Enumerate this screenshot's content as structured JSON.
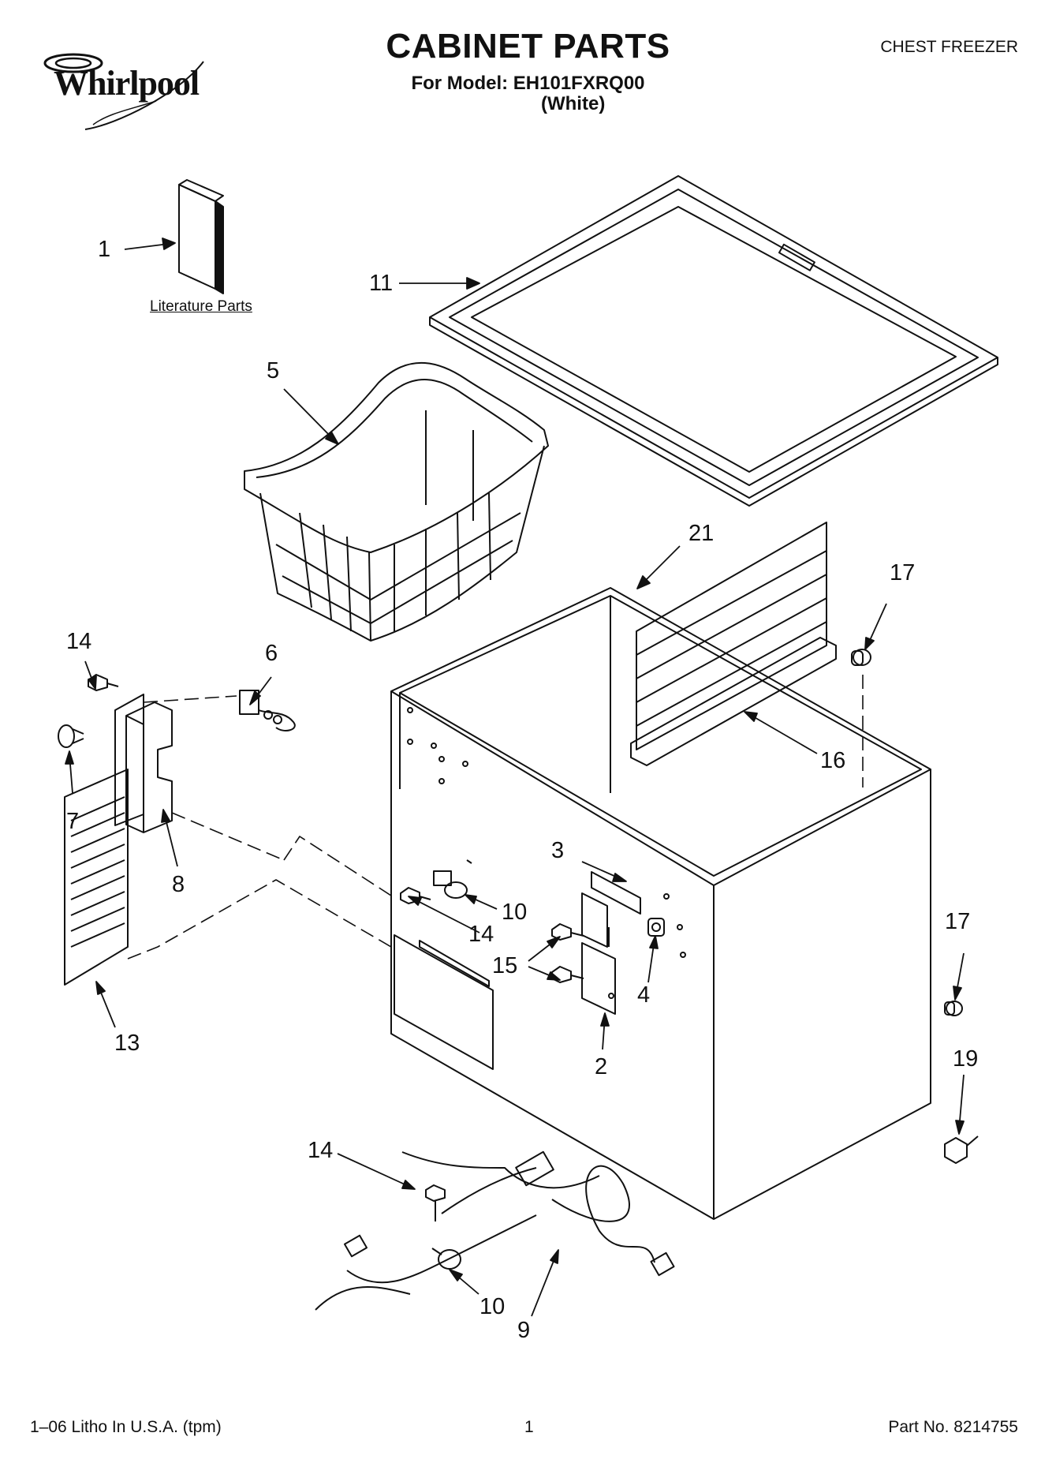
{
  "header": {
    "brand": "Whirlpool",
    "title": "CABINET PARTS",
    "model_line": "For Model: EH101FXRQ00",
    "variant": "(White)",
    "product": "CHEST FREEZER"
  },
  "diagram": {
    "literature_label": "Literature Parts",
    "callouts": {
      "c1": "1",
      "c2": "2",
      "c3": "3",
      "c4": "4",
      "c5": "5",
      "c6": "6",
      "c7": "7",
      "c8": "8",
      "c9": "9",
      "c10a": "10",
      "c10b": "10",
      "c11": "11",
      "c13": "13",
      "c14a": "14",
      "c14b": "14",
      "c14c": "14",
      "c15": "15",
      "c16": "16",
      "c17a": "17",
      "c17b": "17",
      "c19": "19",
      "c21": "21"
    }
  },
  "footer": {
    "litho": "1–06 Litho In U.S.A. (tpm)",
    "page": "1",
    "part_no": "Part No. 8214755"
  }
}
